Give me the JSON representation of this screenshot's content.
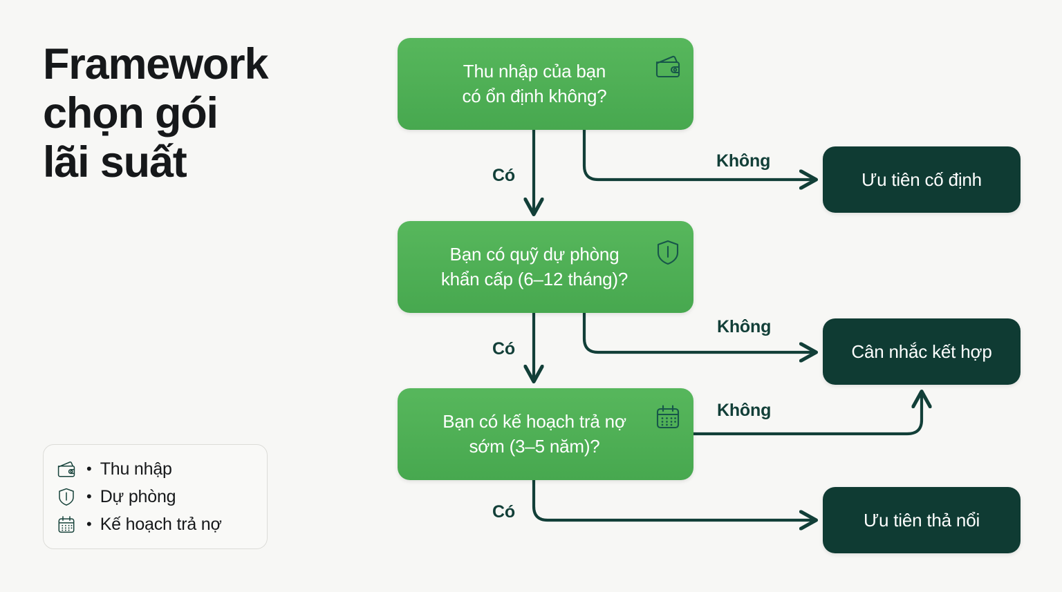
{
  "title": "Framework\nchọn gói\nlãi suất",
  "theme": {
    "background": "#f7f7f5",
    "question_green": "#4aa94f",
    "outcome_teal": "#0f3b33",
    "edge_color": "#123f38",
    "title_color": "#16181a"
  },
  "flow": {
    "questions": [
      {
        "id": "q1",
        "text": "Thu nhập của bạn\ncó ổn định không?",
        "icon": "wallet-icon"
      },
      {
        "id": "q2",
        "text": "Bạn có quỹ dự phòng\nkhẩn cấp (6–12 tháng)?",
        "icon": "shield-icon"
      },
      {
        "id": "q3",
        "text": "Bạn có kế hoạch trả nợ\nsớm (3–5 năm)?",
        "icon": "calendar-icon"
      }
    ],
    "outcomes": [
      {
        "id": "o1",
        "text": "Ưu tiên cố định"
      },
      {
        "id": "o2",
        "text": "Cân nhắc kết hợp"
      },
      {
        "id": "o3",
        "text": "Ưu tiên thả nổi"
      }
    ],
    "edges": [
      {
        "id": "yes1",
        "label": "Có",
        "from": "q1",
        "to": "q2"
      },
      {
        "id": "no1",
        "label": "Không",
        "from": "q1",
        "to": "o1"
      },
      {
        "id": "yes2",
        "label": "Có",
        "from": "q2",
        "to": "q3"
      },
      {
        "id": "no2",
        "label": "Không",
        "from": "q2",
        "to": "o2"
      },
      {
        "id": "no3",
        "label": "Không",
        "from": "q3",
        "to": "o2"
      },
      {
        "id": "yes3",
        "label": "Có",
        "from": "q3",
        "to": "o3"
      }
    ]
  },
  "legend": {
    "items": [
      {
        "icon": "wallet-icon",
        "bullet": "•",
        "label": "Thu nhập"
      },
      {
        "icon": "shield-icon",
        "bullet": "•",
        "label": "Dự phòng"
      },
      {
        "icon": "calendar-icon",
        "bullet": "•",
        "label": "Kế hoạch trả nợ"
      }
    ]
  }
}
